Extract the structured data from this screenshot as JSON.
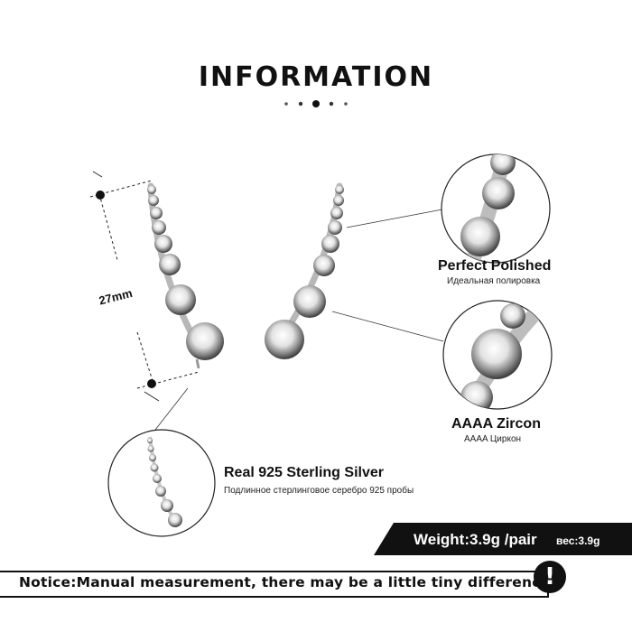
{
  "header": {
    "title": "INFORMATION"
  },
  "measurement": {
    "length": "27mm"
  },
  "features": [
    {
      "title": "Perfect  Polished",
      "subtitle": "Идеальная полировка"
    },
    {
      "title": "AAAA Zircon",
      "subtitle": "AAAA Циркон"
    },
    {
      "title": "Real 925  Sterling  Silver",
      "subtitle": "Подлинное стерлинговое серебро 925 пробы"
    }
  ],
  "weight": {
    "label": "Weight:3.9g /pair",
    "sub_label": "вес:3.9g"
  },
  "notice": {
    "text": "Notice:Manual measurement, there may be a little tiny difference.",
    "icon": "exclamation-icon"
  },
  "colors": {
    "accent": "#111111",
    "background": "#ffffff",
    "silver": "#c8c8c8"
  }
}
